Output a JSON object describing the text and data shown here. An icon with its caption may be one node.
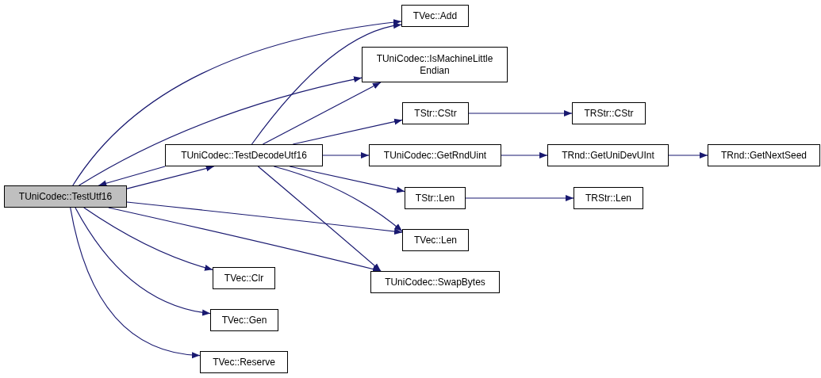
{
  "diagram": {
    "nodes": [
      {
        "text": [
          "TUniCodec::TestUtf16"
        ]
      },
      {
        "text": [
          "TUniCodec::TestDecodeUtf16"
        ]
      },
      {
        "text": [
          "TVec::Add"
        ]
      },
      {
        "text": [
          "TUniCodec::IsMachineLittle Endian"
        ]
      },
      {
        "text": [
          "TStr::CStr"
        ]
      },
      {
        "text": [
          "TRStr::CStr"
        ]
      },
      {
        "text": [
          "TUniCodec::GetRndUint"
        ]
      },
      {
        "text": [
          "TRnd::GetUniDevUInt"
        ]
      },
      {
        "text": [
          "TRnd::GetNextSeed"
        ]
      },
      {
        "text": [
          "TStr::Len"
        ]
      },
      {
        "text": [
          "TRStr::Len"
        ]
      },
      {
        "text": [
          "TVec::Len"
        ]
      },
      {
        "text": [
          "TUniCodec::SwapBytes"
        ]
      },
      {
        "text": [
          "TVec::Clr"
        ]
      },
      {
        "text": [
          "TVec::Gen"
        ]
      },
      {
        "text": [
          "TVec::Reserve"
        ]
      }
    ],
    "edges": [
      {
        "from": 0,
        "to": 2,
        "arrow": "to"
      },
      {
        "from": 0,
        "to": 3,
        "arrow": "to"
      },
      {
        "from": 0,
        "to": 1,
        "arrow": "to"
      },
      {
        "from": 1,
        "to": 0,
        "arrow": "to"
      },
      {
        "from": 0,
        "to": 11,
        "arrow": "to"
      },
      {
        "from": 0,
        "to": 12,
        "arrow": "to"
      },
      {
        "from": 0,
        "to": 13,
        "arrow": "to"
      },
      {
        "from": 0,
        "to": 14,
        "arrow": "to"
      },
      {
        "from": 0,
        "to": 15,
        "arrow": "to"
      },
      {
        "from": 1,
        "to": 2,
        "arrow": "to"
      },
      {
        "from": 1,
        "to": 3,
        "arrow": "to"
      },
      {
        "from": 1,
        "to": 4,
        "arrow": "to"
      },
      {
        "from": 1,
        "to": 6,
        "arrow": "to"
      },
      {
        "from": 1,
        "to": 9,
        "arrow": "to"
      },
      {
        "from": 1,
        "to": 11,
        "arrow": "to"
      },
      {
        "from": 1,
        "to": 12,
        "arrow": "to"
      },
      {
        "from": 4,
        "to": 5,
        "arrow": "to"
      },
      {
        "from": 6,
        "to": 7,
        "arrow": "to"
      },
      {
        "from": 7,
        "to": 8,
        "arrow": "to"
      },
      {
        "from": 9,
        "to": 10,
        "arrow": "to"
      }
    ]
  }
}
